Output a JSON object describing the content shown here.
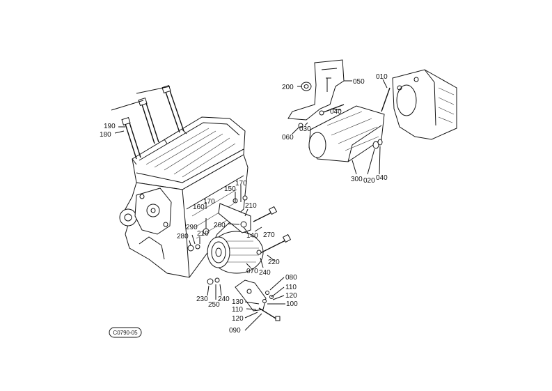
{
  "diagram_id": "C0790-05",
  "parts": {
    "p190": "190",
    "p180": "180",
    "p150": "150",
    "p170a": "170",
    "p170b": "170",
    "p160": "160",
    "p210a": "210",
    "p260": "260",
    "p140": "140",
    "p270": "270",
    "p290": "290",
    "p210b": "210",
    "p280": "280",
    "p070": "070",
    "p240a": "240",
    "p220": "220",
    "p230": "230",
    "p250": "250",
    "p240b": "240",
    "p080": "080",
    "p110a": "110",
    "p120a": "120",
    "p100": "100",
    "p130": "130",
    "p110b": "110",
    "p120b": "120",
    "p090": "090",
    "p200": "200",
    "p050": "050",
    "p010": "010",
    "p040a": "040",
    "p030": "030",
    "p060": "060",
    "p300": "300",
    "p020": "020",
    "p040b": "040"
  }
}
